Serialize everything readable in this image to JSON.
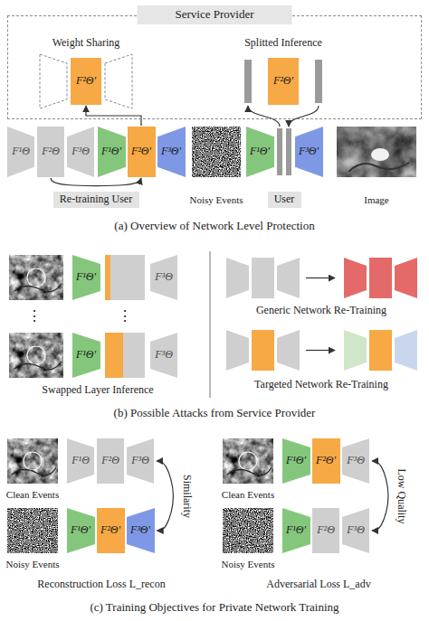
{
  "diagram": {
    "nodes": [
      {
        "text": [
          "Service Provider"
        ]
      },
      {
        "text": [
          "F²Θ'"
        ],
        "in": 0
      },
      {
        "text": [
          "F²Θ'"
        ],
        "in": 0
      },
      {
        "text": [
          "F¹Θ"
        ]
      },
      {
        "text": [
          "F²Θ"
        ]
      },
      {
        "text": [
          "F³Θ"
        ]
      },
      {
        "text": [
          "F¹Θ'"
        ]
      },
      {
        "text": [
          "F²Θ'"
        ]
      },
      {
        "text": [
          "F³Θ'"
        ]
      },
      {
        "text": [
          "Re-training User"
        ]
      },
      {
        "text": [
          "F¹Θ'"
        ]
      },
      {
        "text": [
          "F³Θ'"
        ]
      },
      {
        "text": [
          "User"
        ]
      },
      {
        "text": [
          "F¹Θ'"
        ]
      },
      {
        "text": [
          "F³Θ"
        ]
      },
      {
        "text": [
          "F¹Θ'"
        ]
      },
      {
        "text": [
          "F³Θ"
        ]
      },
      {
        "text": [
          "F¹Θ"
        ]
      },
      {
        "text": [
          "F²Θ"
        ]
      },
      {
        "text": [
          "F³Θ"
        ]
      },
      {
        "text": [
          "F¹Θ'"
        ]
      },
      {
        "text": [
          "F²Θ'"
        ]
      },
      {
        "text": [
          "F³Θ'"
        ]
      },
      {
        "text": [
          "F¹Θ'"
        ]
      },
      {
        "text": [
          "F²Θ'"
        ]
      },
      {
        "text": [
          "F³Θ"
        ]
      },
      {
        "text": [
          "F¹Θ'"
        ]
      },
      {
        "text": [
          "F²Θ"
        ]
      },
      {
        "text": [
          "F³Θ"
        ]
      }
    ],
    "edges": [
      {
        "from": 4,
        "to": 7,
        "arrow": "to"
      },
      {
        "from": 7,
        "to": 1,
        "arrow": "to"
      },
      {
        "from": 19,
        "to": 22,
        "label": "Similarity",
        "arrow": "both"
      },
      {
        "from": 25,
        "to": 28,
        "label": "Low Quality",
        "arrow": "both"
      }
    ],
    "labels": [
      "Weight Sharing",
      "Splitted Inference",
      "Noisy Events",
      "Image",
      "(a) Overview of Network Level Protection",
      "⋮",
      "⋮",
      "Swapped Layer Inference",
      "Generic Network Re-Training",
      "Targeted Network Re-Training",
      "(b) Possible Attacks from Service Provider",
      "Clean Events",
      "Noisy Events",
      "Reconstruction Loss L_recon",
      "Clean Events",
      "Noisy Events",
      "Adversarial Loss L_adv",
      "(c) Training Objectives for Private Network Training"
    ]
  }
}
